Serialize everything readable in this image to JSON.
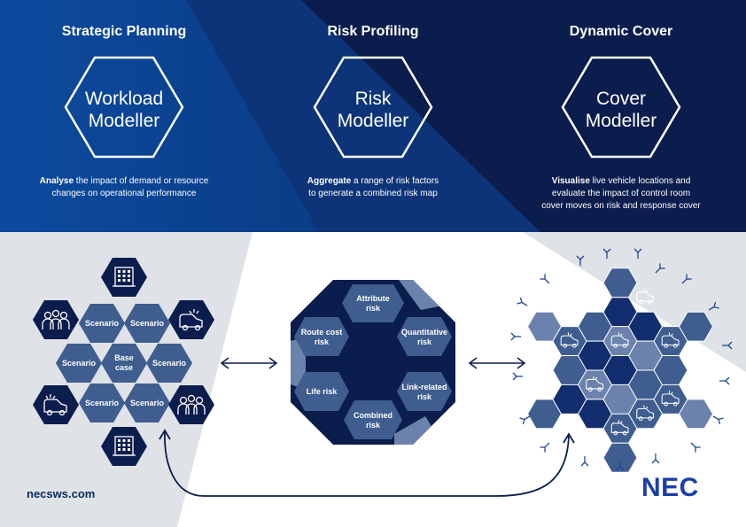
{
  "columns": [
    {
      "title": "Strategic Planning",
      "hex_line1": "Workload",
      "hex_line2": "Modeller",
      "desc_bold": "Analyse",
      "desc_line1_rest": " the impact of demand or resource",
      "desc_line2": "changes on operational performance",
      "desc_line3": ""
    },
    {
      "title": "Risk Profiling",
      "hex_line1": "Risk",
      "hex_line2": "Modeller",
      "desc_bold": "Aggregate",
      "desc_line1_rest": " a range of risk factors",
      "desc_line2": "to generate a combined risk map",
      "desc_line3": ""
    },
    {
      "title": "Dynamic Cover",
      "hex_line1": "Cover",
      "hex_line2": "Modeller",
      "desc_bold": "Visualise",
      "desc_line1_rest": " live vehicle locations and",
      "desc_line2": "evaluate the impact of control room",
      "desc_line3": "cover moves on risk and response cover"
    }
  ],
  "scenario_cluster": {
    "center_line1": "Base",
    "center_line2": "case",
    "scenario_label": "Scenario",
    "icons": [
      "building-icon",
      "people-icon",
      "ambulance-icon"
    ]
  },
  "risk_cluster": {
    "attribute_1": "Attribute",
    "attribute_2": "risk",
    "route_1": "Route cost",
    "route_2": "risk",
    "quant_1": "Quantitative",
    "quant_2": "risk",
    "life": "Life risk",
    "link_1": "Link-related",
    "link_2": "risk",
    "combined_1": "Combined",
    "combined_2": "risk"
  },
  "cover_grid": {
    "icons": [
      "ambulance-icon",
      "road-sign-icon"
    ]
  },
  "footer": {
    "url": "necsws.com",
    "logo": "NEC"
  },
  "colors": {
    "navy_dark": "#0b1d4d",
    "navy_mid": "#0d3478",
    "blue_bright": "#0c4a9e",
    "hex_mid": "#3f5d8f",
    "hex_light": "#6b82ad",
    "hex_dark": "#122e6e",
    "grey_bg": "#dfe2e7",
    "logo_blue": "#1a3fa6"
  }
}
